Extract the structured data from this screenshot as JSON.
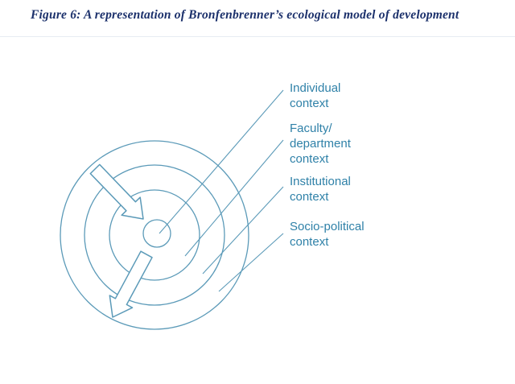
{
  "title": "Figure 6: A representation of Bronfenbrenner’s ecological model of development",
  "colors": {
    "title-color": "#1b306b",
    "diagram-color": "#5b9ab8",
    "label-color": "#2f81a8"
  },
  "diagram": {
    "rings": [
      "Socio-political context",
      "Institutional context",
      "Faculty/department context",
      "Individual context"
    ],
    "arrows": [
      "inward-arrow",
      "outward-arrow"
    ]
  },
  "labels": [
    {
      "name": "individual-context",
      "lines": [
        "Individual",
        "context"
      ]
    },
    {
      "name": "faculty-context",
      "lines": [
        "Faculty/",
        "department",
        "context"
      ]
    },
    {
      "name": "institutional-context",
      "lines": [
        "Institutional",
        "context"
      ]
    },
    {
      "name": "socio-political-context",
      "lines": [
        "Socio-political",
        "context"
      ]
    }
  ]
}
